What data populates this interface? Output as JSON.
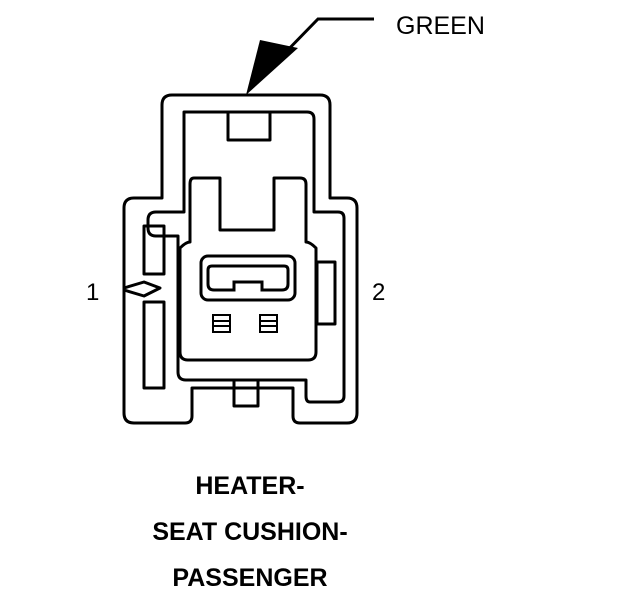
{
  "connector": {
    "wire_color_label": "GREEN",
    "pin_labels": [
      "1",
      "2"
    ],
    "caption_lines": [
      "HEATER-",
      "SEAT CUSHION-",
      "PASSENGER"
    ]
  }
}
